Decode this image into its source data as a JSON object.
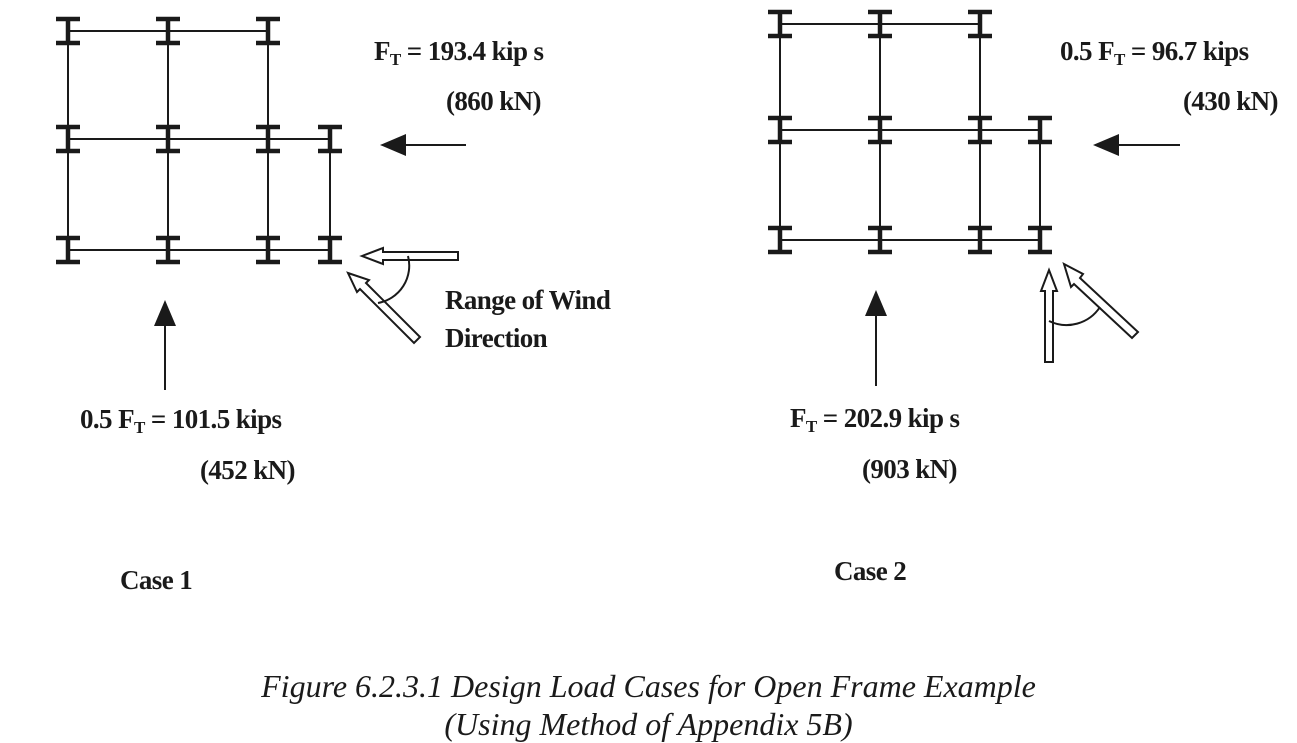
{
  "colors": {
    "ink": "#1a1a1a",
    "background": "#ffffff"
  },
  "case1": {
    "title": "Case 1",
    "primary_force": {
      "symbol": "F",
      "subscript": "T",
      "value": " = 193.4 kip s",
      "metric": "(860 kN)"
    },
    "secondary_force": {
      "prefix": "0.5 ",
      "symbol": "F",
      "subscript": "T",
      "value": " = 101.5 kips",
      "metric": "(452 kN)"
    },
    "wind_range": {
      "line1": "Range of Wind",
      "line2": "Direction"
    }
  },
  "case2": {
    "title": "Case 2",
    "primary_force": {
      "symbol": "F",
      "subscript": "T",
      "value": " = 202.9 kip s",
      "metric": "(903 kN)"
    },
    "secondary_force": {
      "prefix": "0.5 ",
      "symbol": "F",
      "subscript": "T",
      "value": " = 96.7 kips",
      "metric": "(430 kN)"
    }
  },
  "caption": {
    "line1": "Figure 6.2.3.1 Design Load Cases for Open Frame Example",
    "line2": "(Using Method of Appendix 5B)"
  }
}
